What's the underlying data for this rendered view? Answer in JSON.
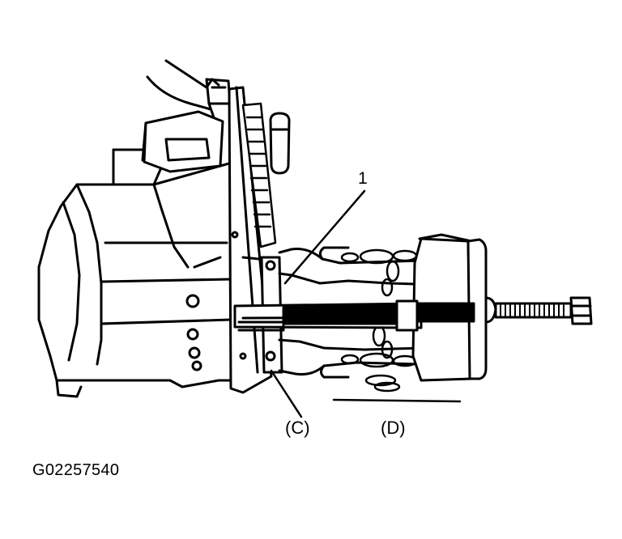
{
  "callouts": {
    "part_1": "1",
    "tool_c": "(C)",
    "tool_d": "(D)"
  },
  "figure_id": "G02257540",
  "colors": {
    "ink": "#000000",
    "paper": "#ffffff"
  }
}
